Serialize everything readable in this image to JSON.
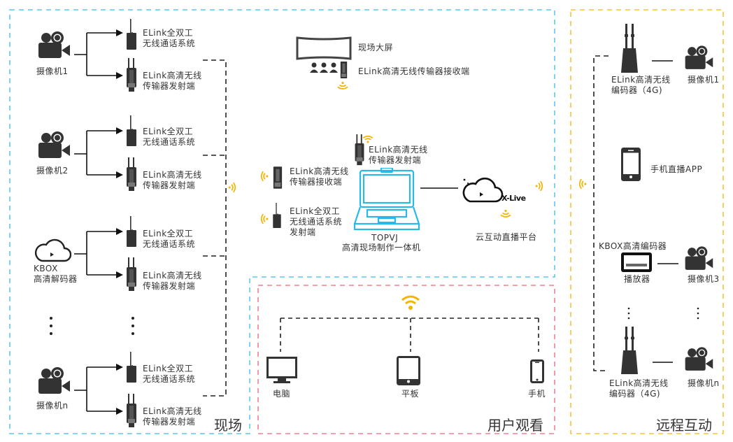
{
  "colors": {
    "onsite_border": "#5bc8ee",
    "viewer_border": "#f0808f",
    "remote_border": "#f5c533",
    "wifi": "#f5b400",
    "laptop": "#2ab8e6",
    "icon_dark": "#333333",
    "connector": "#222222"
  },
  "zones": {
    "onsite": {
      "title": "现场"
    },
    "viewer": {
      "title": "用户观看"
    },
    "remote": {
      "title": "远程互动"
    }
  },
  "onsite": {
    "sources": [
      {
        "icon": "camera-icon",
        "label": "摄像机1",
        "intercom": [
          "ELink全双工",
          "无线通话系统"
        ],
        "transmitter": [
          "ELink高清无线",
          "传输器发射端"
        ]
      },
      {
        "icon": "camera-icon",
        "label": "摄像机2",
        "intercom": [
          "ELink全双工",
          "无线通话系统"
        ],
        "transmitter": [
          "ELink高清无线",
          "传输器发射端"
        ]
      },
      {
        "icon": "cloud-icon",
        "label": "KBOX",
        "label2": "高清解码器",
        "intercom": [
          "ELink全双工",
          "无线通话系统"
        ],
        "transmitter": [
          "ELink高清无线",
          "传输器发射端"
        ]
      },
      {
        "icon": "camera-icon",
        "label": "摄像机n",
        "intercom": [
          "ELink全双工",
          "无线通话系统"
        ],
        "transmitter": [
          "ELink高清无线",
          "传输器发射端"
        ]
      }
    ],
    "big_screen": {
      "label": "现场大屏",
      "receiver": "ELink高清无线传输器接收端"
    },
    "hub": {
      "receiver": [
        "ELink高清无线",
        "传输器接收端"
      ],
      "intercom_tx": [
        "ELink全双工",
        "无线通话系统",
        "发射端"
      ],
      "transmitter": [
        "ELink高清无线",
        "传输器发射端"
      ],
      "laptop": [
        "TOPVJ",
        "高清现场制作一体机"
      ]
    },
    "cloud": {
      "brand": "X-Live",
      "label": "云互动直播平台"
    }
  },
  "viewer": {
    "devices": [
      {
        "icon": "monitor-icon",
        "label": "电脑"
      },
      {
        "icon": "tablet-icon",
        "label": "平板"
      },
      {
        "icon": "phone-icon",
        "label": "手机"
      }
    ]
  },
  "remote": {
    "encoder1": {
      "label": [
        "ELink高清无线",
        "编码器（4G)"
      ],
      "camera": "摄像机1"
    },
    "app": {
      "label": "手机直播APP"
    },
    "kbox": {
      "title": "KBOX高清编码器",
      "label": "播放器",
      "camera": "摄像机3"
    },
    "encoder_n": {
      "label": [
        "ELink高清无线",
        "编码器（4G)"
      ],
      "camera": "摄像机n"
    }
  }
}
